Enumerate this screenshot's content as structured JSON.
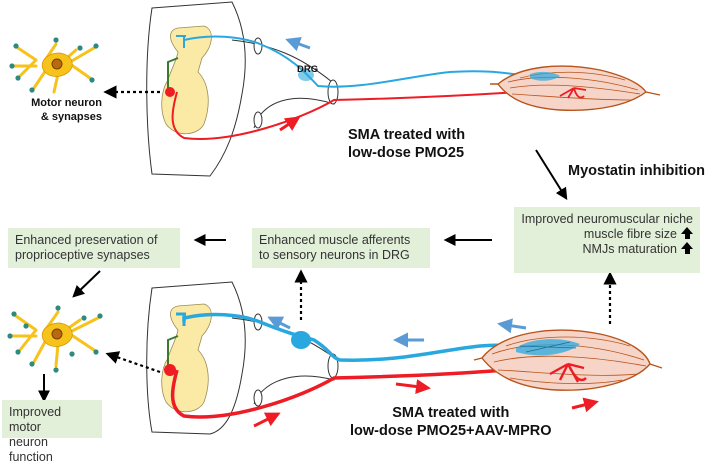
{
  "top": {
    "caption_line1": "SMA treated with",
    "caption_line2": "low-dose PMO25",
    "drg_label": "DRG",
    "neuron_label_line1": "Motor neuron",
    "neuron_label_line2": "& synapses"
  },
  "myostatin": {
    "label": "Myostatin inhibition"
  },
  "boxes": {
    "niche_line1": "Improved neuromuscular niche",
    "niche_line2": "muscle fibre size",
    "niche_line3": "NMJs maturation",
    "afferents_line1": "Enhanced muscle afferents",
    "afferents_line2": "to sensory neurons in DRG",
    "synapses_line1": "Enhanced preservation of",
    "synapses_line2": "proprioceptive synapses",
    "function_line1": "Improved motor",
    "function_line2": "neuron function"
  },
  "bottom": {
    "caption_line1": "SMA treated with",
    "caption_line2": "low-dose PMO25+AAV-MPRO"
  },
  "colors": {
    "sensory": "#29a8e0",
    "motor": "#ee1c24",
    "gray_matter": "#fbe9a6",
    "neuron": "#f7c21a",
    "muscle": "#f6d5c8",
    "muscle_outline": "#b8531a",
    "box": "#e2efd9",
    "arrow_blue": "#5b9bd5",
    "arrow_red": "#ee1c24"
  }
}
